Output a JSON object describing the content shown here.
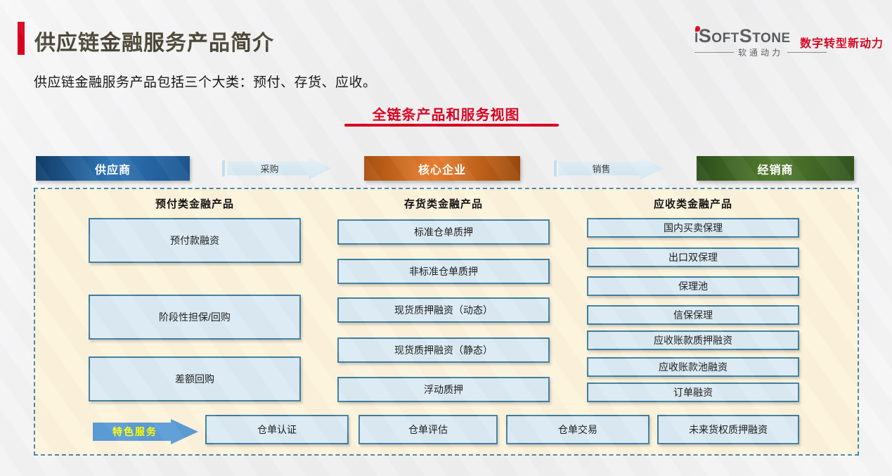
{
  "header": {
    "title": "供应链金融服务产品简介",
    "logo": {
      "brand": "iSoftStone",
      "brand_cn": "软通动力",
      "tagline": "数字转型新动力"
    }
  },
  "intro": "供应链金融服务产品包括三个大类：预付、存货、应收。",
  "section_title": "全链条产品和服务视图",
  "flow": {
    "supplier": "供应商",
    "purchase": "采购",
    "core": "核心企业",
    "sales": "销售",
    "dealer": "经销商"
  },
  "columns": [
    {
      "header": "预付类金融产品",
      "items": [
        "预付款融资",
        "阶段性担保/回购",
        "差额回购"
      ]
    },
    {
      "header": "存货类金融产品",
      "items": [
        "标准仓单质押",
        "非标准仓单质押",
        "现货质押融资（动态）",
        "现货质押融资（静态）",
        "浮动质押"
      ]
    },
    {
      "header": "应收类金融产品",
      "items": [
        "国内买卖保理",
        "出口双保理",
        "保理池",
        "信保保理",
        "应收账款质押融资",
        "应收账款池融资",
        "订单融资"
      ]
    }
  ],
  "special_services": {
    "label": "特色服务",
    "items": [
      "仓单认证",
      "仓单评估",
      "仓单交易",
      "未来货权质押融资"
    ]
  },
  "colors": {
    "accent_red": "#d9001c",
    "title_text": "#4a4636",
    "supplier_blue": "#2e74b5",
    "core_orange": "#e87e2e",
    "dealer_green": "#527c2d",
    "panel_bg": "#fdf3dc",
    "panel_border": "#4786a7",
    "box_fill": "#daeaf3",
    "box_border": "#3e7d9d",
    "special_arrow_blue": "#5b9bd5",
    "special_label_yellow": "#ffff00"
  }
}
